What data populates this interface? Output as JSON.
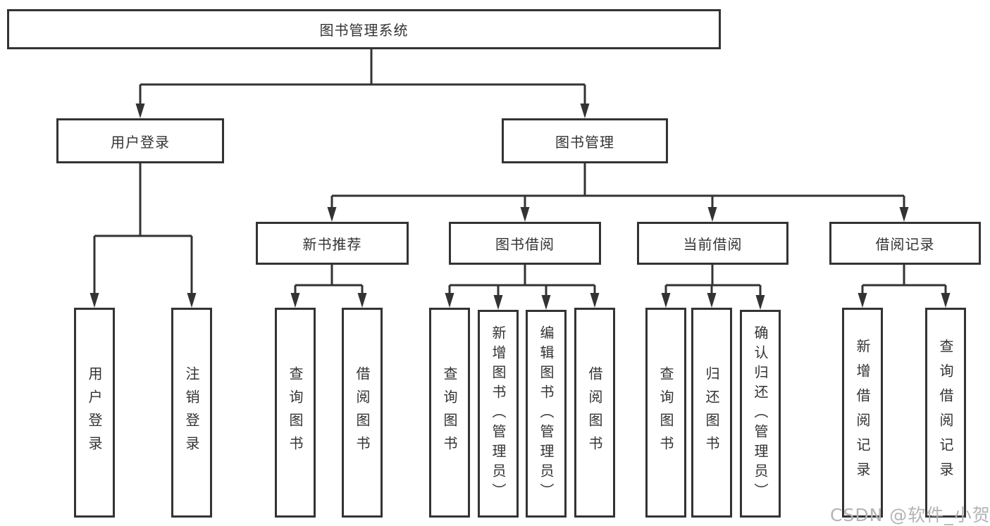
{
  "tree": {
    "root": "图书管理系统",
    "branches": [
      {
        "label": "用户登录",
        "children": [
          "用户登录",
          "注销登录"
        ]
      },
      {
        "label": "图书管理",
        "groups": [
          {
            "label": "新书推荐",
            "children": [
              "查询图书",
              "借阅图书"
            ]
          },
          {
            "label": "图书借阅",
            "children": [
              "查询图书",
              "新增图书（管理员）",
              "编辑图书（管理员）",
              "借阅图书"
            ]
          },
          {
            "label": "当前借阅",
            "children": [
              "查询图书",
              "归还图书",
              "确认归还（管理员）"
            ]
          },
          {
            "label": "借阅记录",
            "children": [
              "新增借阅记录",
              "查询借阅记录"
            ]
          }
        ]
      }
    ]
  },
  "watermark": "CSDN @软件_小贺同学",
  "colors": {
    "line": "#333333",
    "box_border": "#333333",
    "text": "#333333",
    "watermark": "#b3b3b3",
    "background": "#ffffff"
  }
}
